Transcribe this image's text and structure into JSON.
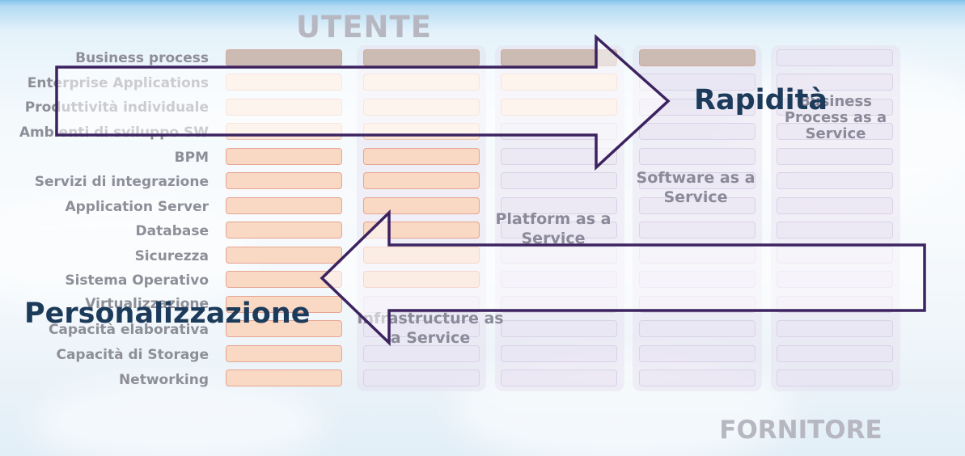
{
  "top_label": "UTENTE",
  "bottom_label": "FORNITORE",
  "layers": [
    "Business process",
    "Enterprise Applications",
    "Produttività individuale",
    "Ambienti di sviluppo SW",
    "BPM",
    "Servizi di integrazione",
    "Application Server",
    "Database",
    "Sicurezza",
    "Sistema Operativo",
    "Virtualizzazione",
    "Capacità elaborativa",
    "Capacità di Storage",
    "Networking"
  ],
  "services": {
    "iaas": "Infrastructure as a Service",
    "paas": "Platform as a Service",
    "saas": "Software as a Service",
    "bpaas": "Business Process as a Service"
  },
  "arrows": {
    "right": "Rapidità",
    "left": "Personalizzazione"
  },
  "colors": {
    "arrow_stroke": "#3c2360",
    "arrow_fill": "#ffffff",
    "user_cell": "#f9d8c4",
    "business_cell": "#cbbbb2",
    "provider_cell": "#eae4f3"
  }
}
